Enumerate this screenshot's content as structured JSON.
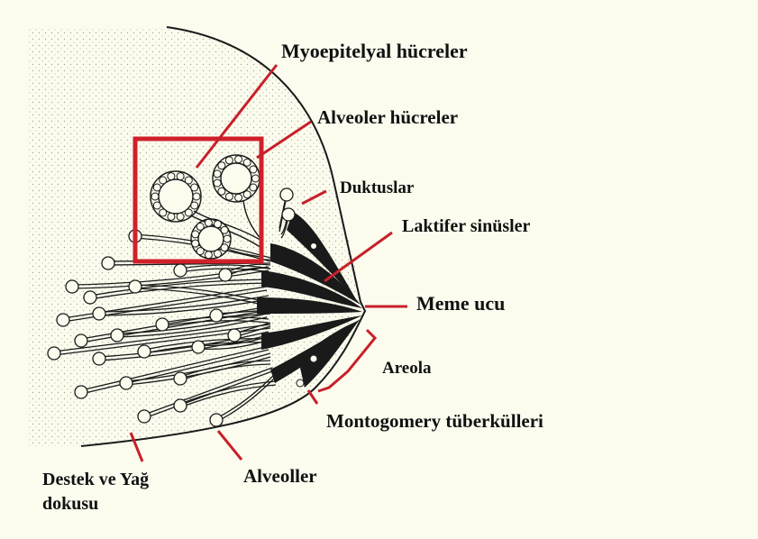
{
  "diagram": {
    "labels": {
      "myoepitelyal": "Myoepitelyal hücreler",
      "alveoler_hucreler": "Alveoler hücreler",
      "duktuslar": "Duktuslar",
      "laktifer": "Laktifer sinüsler",
      "meme_ucu": "Meme ucu",
      "areola": "Areola",
      "montgomery": "Montogomery tüberkülleri",
      "destek_line1": "Destek ve Yağ",
      "destek_line2": "dokusu",
      "alveoller": "Alveoller"
    },
    "colors": {
      "background": "#fbfcee",
      "pointer": "#c8202a",
      "highlight_box": "#d0202a",
      "ink": "#1a1a1a",
      "stipple": "#9a9a8a"
    }
  }
}
